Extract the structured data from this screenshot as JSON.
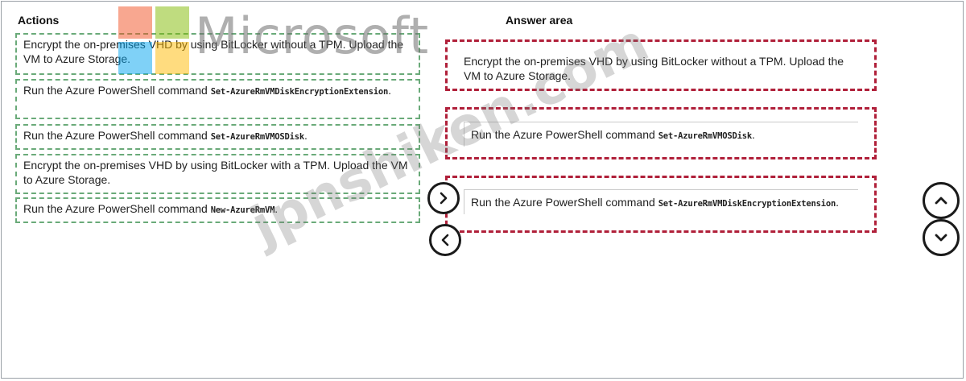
{
  "headings": {
    "actions": "Actions",
    "answer_area": "Answer area"
  },
  "actions": [
    {
      "text": "Encrypt the on-premises VHD by using BitLocker without a TPM. Upload the VM to Azure Storage.",
      "code": ""
    },
    {
      "text": "Run the Azure PowerShell command ",
      "code": "Set-AzureRmVMDiskEncryptionExtension",
      "suffix": "."
    },
    {
      "text": "Run the Azure PowerShell command ",
      "code": "Set-AzureRmVMOSDisk",
      "suffix": "."
    },
    {
      "text": "Encrypt the on-premises VHD by using BitLocker with a TPM. Upload the VM to Azure Storage.",
      "code": ""
    },
    {
      "text": "Run the Azure PowerShell command ",
      "code": "New-AzureRmVM",
      "suffix": "."
    }
  ],
  "answers": [
    {
      "text": "Encrypt the on-premises VHD by using BitLocker without a TPM. Upload the VM to Azure Storage.",
      "code": ""
    },
    {
      "text": "Run the Azure PowerShell command ",
      "code": "Set-AzureRmVMOSDisk",
      "suffix": "."
    },
    {
      "text": "Run the Azure PowerShell command ",
      "code": "Set-AzureRmVMDiskEncryptionExtension",
      "suffix": "."
    }
  ],
  "controls": {
    "move_right": "chevron-right-icon",
    "move_left": "chevron-left-icon",
    "move_up": "chevron-up-icon",
    "move_down": "chevron-down-icon"
  },
  "watermarks": {
    "logo_text": "Microsoft",
    "site_text": "jpnshiken.com"
  },
  "colors": {
    "action_border": "#6aaa79",
    "slot_border": "#b0203a",
    "ms_red": "#f25022",
    "ms_green": "#7fba00",
    "ms_blue": "#00a4ef",
    "ms_yellow": "#ffb900"
  }
}
